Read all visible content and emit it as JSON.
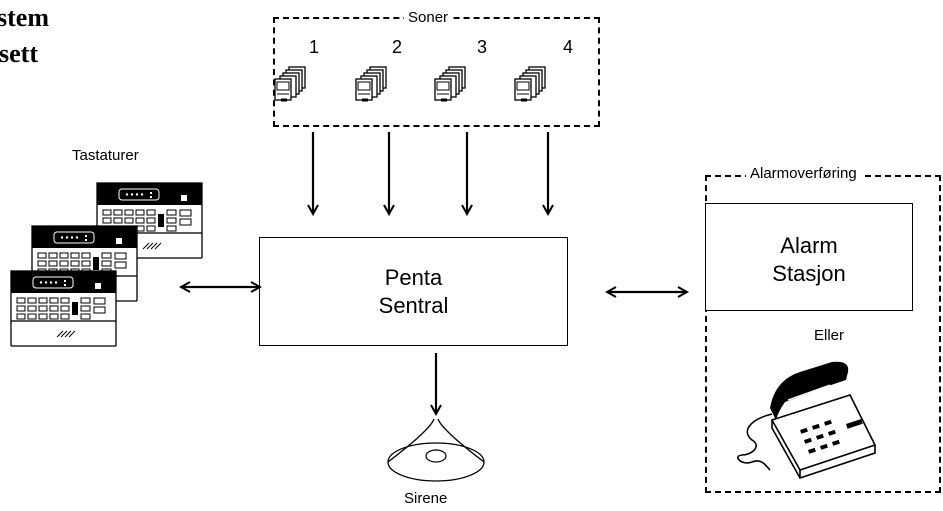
{
  "title": {
    "line1": "stem",
    "line2": "osett"
  },
  "zones": {
    "label": "Soner",
    "numbers": [
      "1",
      "2",
      "3",
      "4"
    ]
  },
  "keypads": {
    "label": "Tastaturer"
  },
  "central": {
    "line1": "Penta",
    "line2": "Sentral"
  },
  "siren": {
    "label": "Sirene"
  },
  "transmission": {
    "label": "Alarmoverføring",
    "station_line1": "Alarm",
    "station_line2": "Stasjon",
    "or_label": "Eller"
  }
}
